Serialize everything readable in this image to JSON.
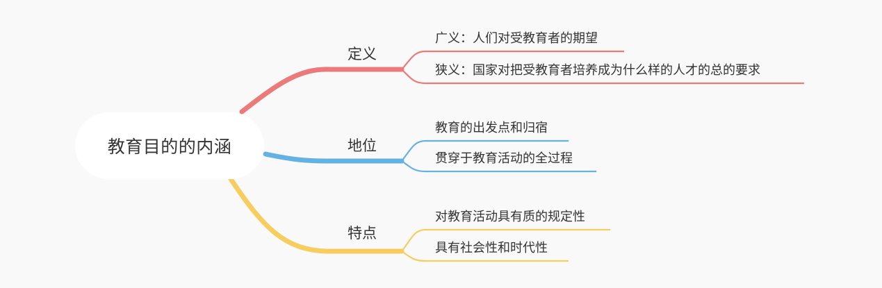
{
  "root": {
    "label": "教育目的的内涵"
  },
  "branches": [
    {
      "label": "定义",
      "color": "#ec7a7a",
      "children": [
        {
          "label": "广义：人们对受教育者的期望"
        },
        {
          "label": "狭义：国家对把受教育者培养成为什么样的人才的总的要求"
        }
      ]
    },
    {
      "label": "地位",
      "color": "#62b3e3",
      "children": [
        {
          "label": "教育的出发点和归宿"
        },
        {
          "label": "贯穿于教育活动的全过程"
        }
      ]
    },
    {
      "label": "特点",
      "color": "#f6cd5e",
      "children": [
        {
          "label": "对教育活动具有质的规定性"
        },
        {
          "label": "具有社会性和时代性"
        }
      ]
    }
  ]
}
